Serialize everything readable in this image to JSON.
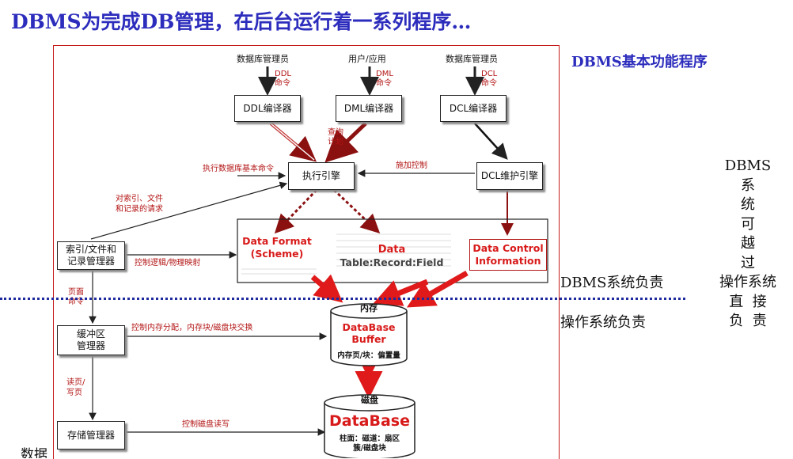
{
  "title": "DBMS为完成DB管理，在后台运行着一系列程序…",
  "side": {
    "basic_programs": "DBMS基本功能程序",
    "dbms_responsible": "DBMS系统负责",
    "os_responsible": "操作系统负责",
    "vertical_lines": [
      "DBMS",
      "系",
      "统",
      "可",
      "越",
      "过",
      "操作系统",
      "直  接",
      "负  责"
    ],
    "clipped_text": "数据"
  },
  "diagram": {
    "actors": {
      "dba_left": "数据库管理员",
      "user_app": "用户/应用",
      "dba_right": "数据库管理员"
    },
    "commands": {
      "ddl": "DDL",
      "ddl_cmd": "命令",
      "dml": "DML",
      "dml_cmd": "命令",
      "dcl": "DCL",
      "dcl_cmd": "命令"
    },
    "boxes": {
      "ddl_compiler": "DDL编译器",
      "dml_compiler": "DML编译器",
      "dcl_compiler": "DCL编译器",
      "exec_engine": "执行引擎",
      "dcl_maintain": "DCL维护引擎",
      "index_manager_l1": "索引/文件和",
      "index_manager_l2": "记录管理器",
      "buffer_manager_l1": "缓冲区",
      "buffer_manager_l2": "管理器",
      "storage_manager": "存储管理器"
    },
    "labels": {
      "query_plan_l1": "查询",
      "query_plan_l2": "计划",
      "exec_basic_cmd": "执行数据库基本命令",
      "apply_control": "施加控制",
      "request_l1": "对索引、文件",
      "request_l2": "和记录的请求",
      "logic_physical": "控制逻辑/物理映射",
      "page_cmd_l1": "页面",
      "page_cmd_l2": "命令",
      "mem_alloc": "控制内存分配，内存块/磁盘块交换",
      "rw_page_l1": "读页/",
      "rw_page_l2": "写页",
      "disk_rw": "控制磁盘读写"
    },
    "data_format_l1": "Data Format",
    "data_format_l2": "(Scheme)",
    "data_l1": "Data",
    "data_l2": "Table:Record:Field",
    "data_control_l1": "Data Control",
    "data_control_l2": "Information",
    "memory": {
      "header": "内存",
      "name_l1": "DataBase",
      "name_l2": "Buffer",
      "sub": "内存页/块：偏置量"
    },
    "disk": {
      "header": "磁盘",
      "name": "DataBase",
      "sub_l1": "柱面：磁道：扇区",
      "sub_l2": "簇/磁盘块"
    }
  }
}
